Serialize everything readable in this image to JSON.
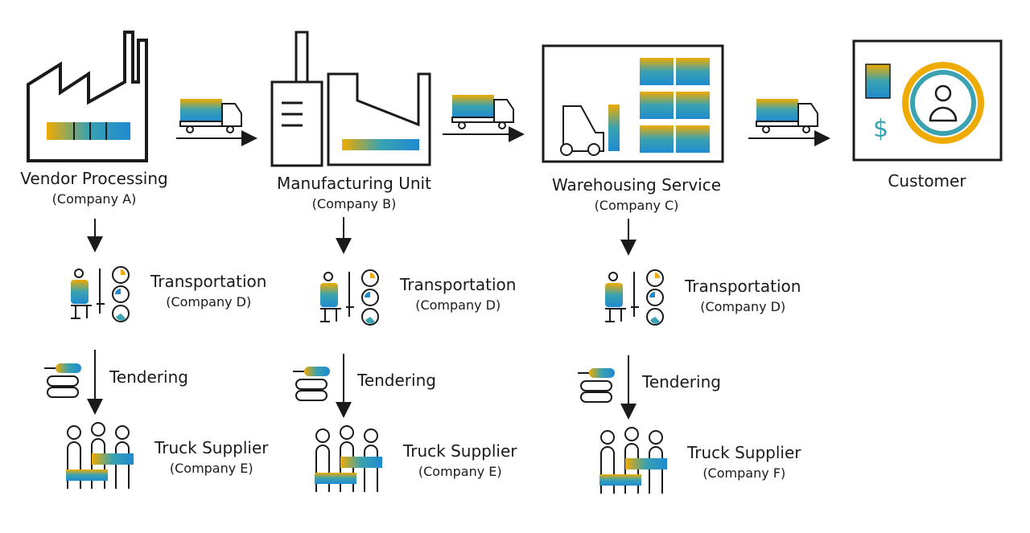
{
  "colors": {
    "blue": "#1f8ad0",
    "gold": "#f0ab00",
    "teal": "#3aa2b0",
    "olive": "#8a9a4a",
    "stroke": "#1a1a1a"
  },
  "stages": [
    {
      "title": "Vendor Processing",
      "company": "(Company A)",
      "icon": "factory-icon"
    },
    {
      "title": "Manufacturing Unit",
      "company": "(Company B)",
      "icon": "factory-icon"
    },
    {
      "title": "Warehousing Service",
      "company": "(Company C)",
      "icon": "warehouse-icon"
    },
    {
      "title": "Customer",
      "company": "",
      "icon": "customer-icon"
    }
  ],
  "columns": [
    {
      "transport_title": "Transportation",
      "transport_company": "(Company D)",
      "tendering": "Tendering",
      "supplier_title": "Truck Supplier",
      "supplier_company": "(Company E)"
    },
    {
      "transport_title": "Transportation",
      "transport_company": "(Company D)",
      "tendering": "Tendering",
      "supplier_title": "Truck Supplier",
      "supplier_company": "(Company E)"
    },
    {
      "transport_title": "Transportation",
      "transport_company": "(Company D)",
      "tendering": "Tendering",
      "supplier_title": "Truck Supplier",
      "supplier_company": "(Company F)"
    }
  ]
}
